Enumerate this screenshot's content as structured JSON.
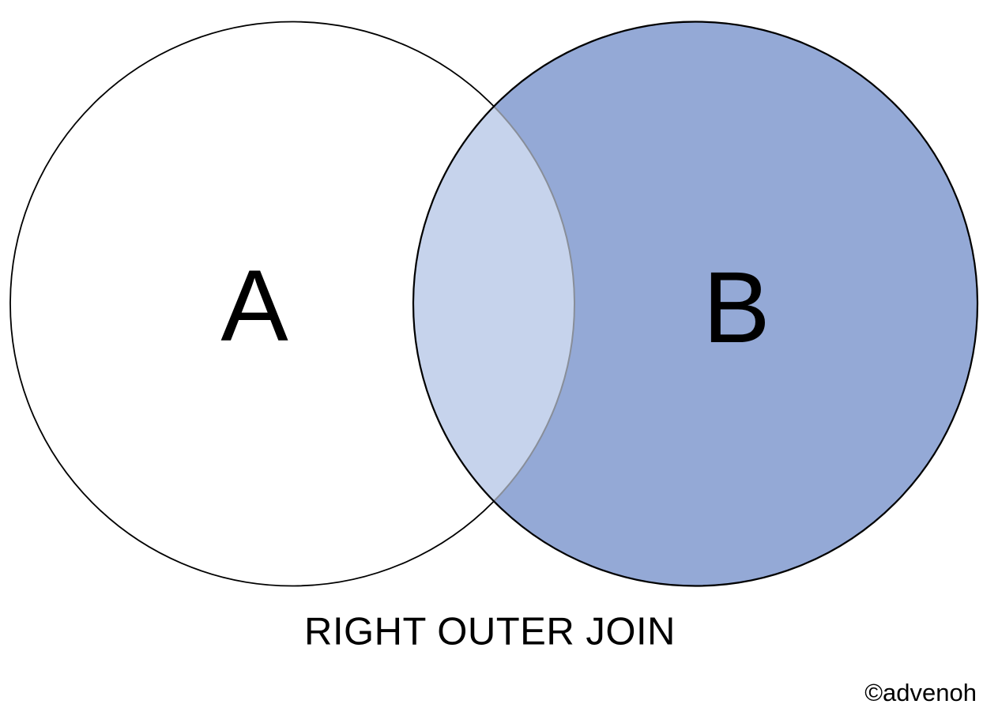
{
  "venn": {
    "set_a_label": "A",
    "set_b_label": "B",
    "caption": "RIGHT OUTER JOIN"
  },
  "watermark": "©advenoh",
  "colors": {
    "background": "#ffffff",
    "circle_a_fill": "#ffffff",
    "circle_b_fill": "#94a9d6",
    "intersection_fill": "#c6d3ec",
    "outline": "#000000",
    "intersection_inner_arc": "#888e99",
    "text": "#000000"
  }
}
